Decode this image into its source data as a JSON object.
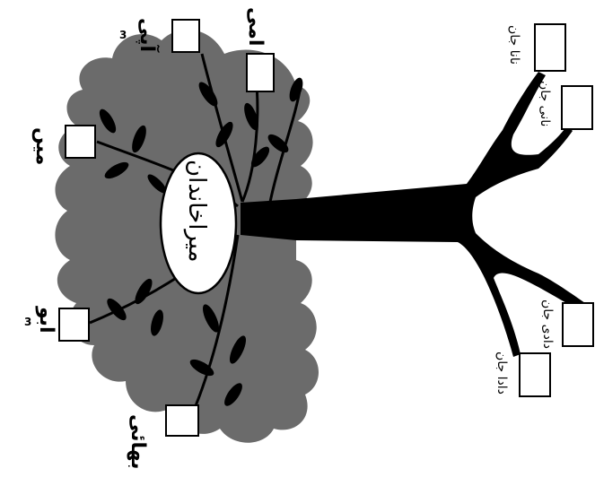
{
  "title": "میراخاندان",
  "members": {
    "me": "میں",
    "sister": "آپی",
    "brother": "بھائی",
    "ami": "امی",
    "abu": "ابو",
    "nana": "نانا جان",
    "nani": "نانی جان",
    "dadi": "دادی جان",
    "dada": "دادا جان"
  },
  "superscripts": {
    "ami": "3",
    "abu": "3"
  },
  "colors": {
    "foliage": "#6b6b6b",
    "trunk": "#000000",
    "box_fill": "#ffffff",
    "box_stroke": "#000000"
  }
}
